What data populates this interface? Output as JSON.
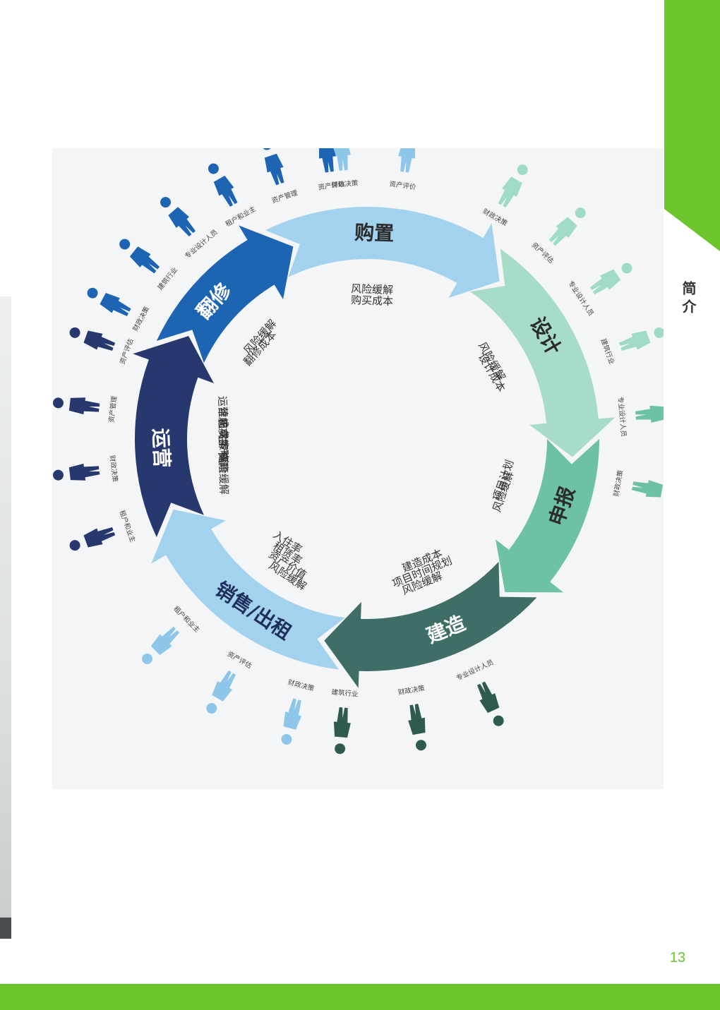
{
  "page": {
    "section_title": "简介",
    "page_number": "13"
  },
  "colors": {
    "brand_green": "#6cc52c",
    "panel_bg": "#f4f5f6"
  },
  "cycle": {
    "stages": [
      {
        "name": "购置",
        "details": [
          "风险缓解",
          "购买成本"
        ],
        "color": "#a3d2ee",
        "text_color": "#2b2b2b"
      },
      {
        "name": "设计",
        "details": [
          "风险缓解",
          "设计成本"
        ],
        "color": "#a6dcc8",
        "text_color": "#2b2b2b"
      },
      {
        "name": "申报",
        "details": [
          "项目计划",
          "风险缓解"
        ],
        "color": "#6ec2a4",
        "text_color": "#2b2b2b"
      },
      {
        "name": "建造",
        "details": [
          "建造成本",
          "项目时间规划",
          "风险缓解"
        ],
        "color": "#3f6e66",
        "text_color": "#ffffff"
      },
      {
        "name": "销售/出租",
        "details": [
          "入住率",
          "租赁率",
          "资产价值",
          "风险缓解"
        ],
        "color": "#a3d2ee",
        "text_color": "#1e2f5e"
      },
      {
        "name": "运营",
        "details": [
          "运营成本",
          "维护成本",
          "租赁策略",
          "生产率",
          "健康",
          "风险缓解"
        ],
        "color": "#27386e",
        "text_color": "#ffffff"
      },
      {
        "name": "翻修",
        "details": [
          "风险缓解",
          "翻修成本"
        ],
        "color": "#1d64b3",
        "text_color": "#ffffff"
      }
    ]
  },
  "stakeholders": [
    {
      "stage": "购置",
      "color": "#8ec6ea",
      "roles": [
        "财政决策",
        "资产评价"
      ]
    },
    {
      "stage": "设计",
      "color": "#9fdbc5",
      "roles": [
        "财政决策",
        "资产评估",
        "专业设计人员",
        "建筑行业"
      ]
    },
    {
      "stage": "申报",
      "color": "#6ec2a4",
      "roles": [
        "专业设计人员",
        "财政决策"
      ]
    },
    {
      "stage": "建造",
      "color": "#2f5a52",
      "roles": [
        "专业设计人员",
        "财政决策",
        "建筑行业"
      ]
    },
    {
      "stage": "销售/出租",
      "color": "#8ec6ea",
      "roles": [
        "财政决策",
        "资产评估",
        "租户和业主"
      ]
    },
    {
      "stage": "运营",
      "color": "#27386e",
      "roles": [
        "租户和业主",
        "财政决策",
        "资产管理",
        "资产评估"
      ]
    },
    {
      "stage": "翻修",
      "color": "#1d64b3",
      "roles": [
        "财政决策",
        "建筑行业",
        "专业设计人员",
        "租户和业主",
        "资产管理",
        "资产评估"
      ]
    }
  ]
}
